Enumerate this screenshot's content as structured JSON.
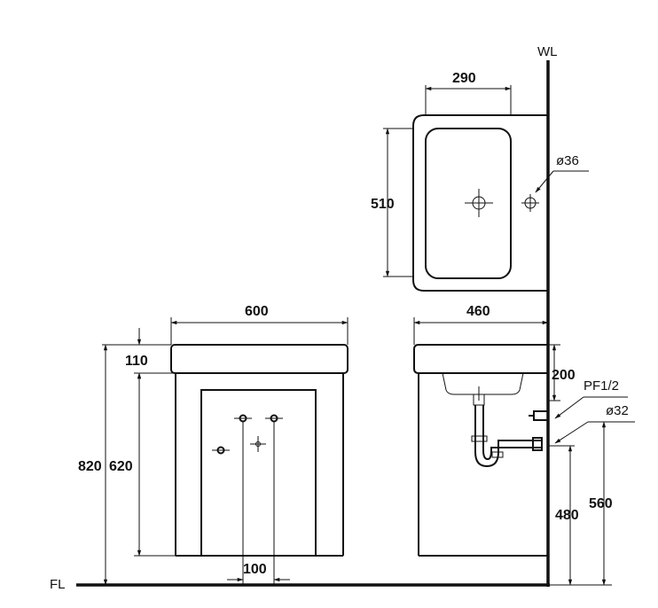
{
  "labels": {
    "wall": "WL",
    "floor": "FL",
    "drain_thread": "PF1/2"
  },
  "dimensions": {
    "top_width": "290",
    "top_depth": "510",
    "top_hole": "ø36",
    "front_width": "600",
    "front_top": "110",
    "front_height": "820",
    "front_mid": "620",
    "front_spacing": "100",
    "side_depth": "460",
    "side_drain_offset": "200",
    "side_pipe_dia": "ø32",
    "side_drain_h": "480",
    "side_supply_h": "560"
  }
}
